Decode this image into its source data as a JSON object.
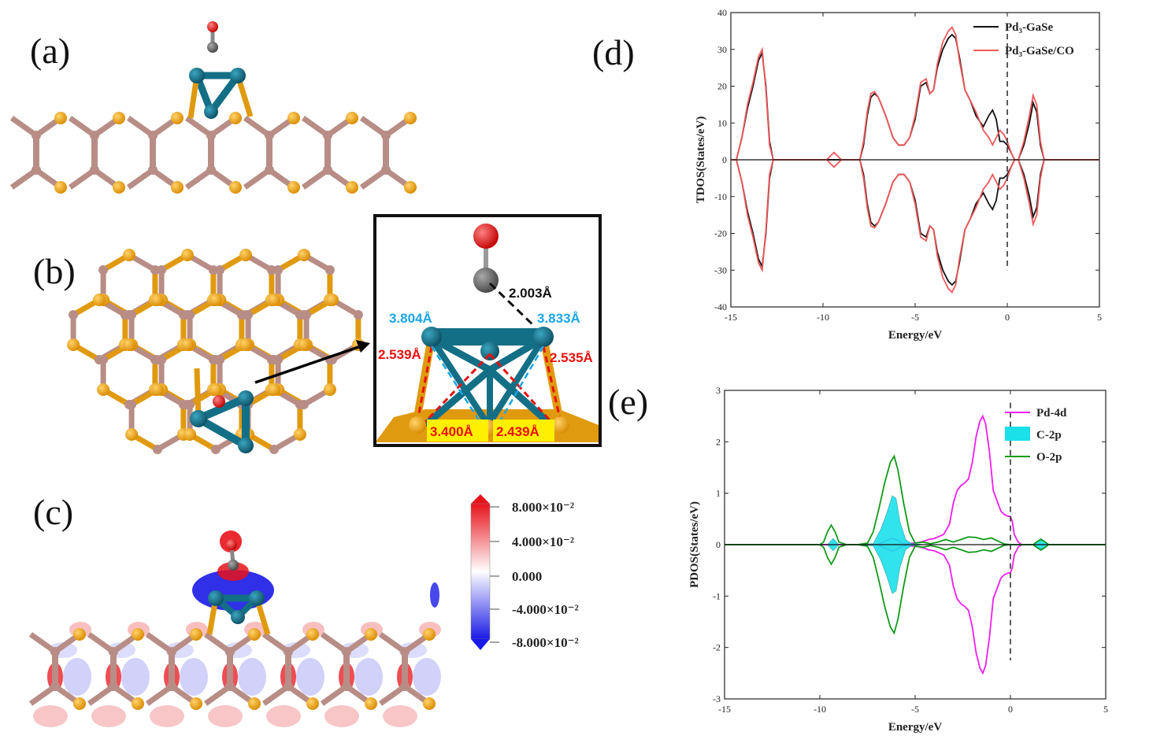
{
  "panels": {
    "a": "(a)",
    "b": "(b)",
    "c": "(c)",
    "d": "(d)",
    "e": "(e)"
  },
  "inset_labels": {
    "co_bond": "2.003Å",
    "pd_top_left": "3.804Å",
    "pd_top_right": "3.833Å",
    "pd_se_left": "2.539Å",
    "pd_se_right": "2.535Å",
    "base_left": "3.400Å",
    "base_right": "2.439Å"
  },
  "colorbar": {
    "labels": [
      "8.000×10⁻²",
      "4.000×10⁻²",
      "0.000",
      "-4.000×10⁻²",
      "-8.000×10⁻²"
    ],
    "colors": {
      "positive": "#e8121b",
      "negative": "#1a1ae6",
      "zero": "#ffffff"
    }
  },
  "atom_colors": {
    "Ga": "#b88d86",
    "Se": "#e09a10",
    "Pd": "#136f86",
    "C": "#6d6d6d",
    "O": "#e81010"
  },
  "chart_data": [
    {
      "id": "d",
      "type": "line",
      "xlabel": "Energy/eV",
      "ylabel": "TDOS(States/eV)",
      "xlim": [
        -15,
        5
      ],
      "ylim": [
        -40,
        40
      ],
      "xticks": [
        -15,
        -10,
        -5,
        0,
        5
      ],
      "yticks": [
        -40,
        -30,
        -20,
        -10,
        0,
        10,
        20,
        30,
        40
      ],
      "fermi_level": 0,
      "legend_position": "top-right",
      "series": [
        {
          "name": "Pd₃-GaSe",
          "color": "#111111",
          "symmetric": true,
          "x": [
            -15,
            -14.7,
            -14.4,
            -14.1,
            -13.8,
            -13.5,
            -13.3,
            -13.1,
            -12.9,
            -12.7,
            -12.5,
            -12.3,
            -10,
            -8,
            -7.8,
            -7.6,
            -7.4,
            -7.2,
            -7.0,
            -6.6,
            -6.2,
            -5.9,
            -5.6,
            -5.3,
            -5.0,
            -4.7,
            -4.4,
            -4.2,
            -4.0,
            -3.8,
            -3.5,
            -3.2,
            -3.0,
            -2.8,
            -2.6,
            -2.3,
            -2.0,
            -1.7,
            -1.3,
            -1.0,
            -0.8,
            -0.6,
            -0.4,
            -0.2,
            0,
            0.2,
            0.4,
            0.6,
            0.9,
            1.2,
            1.4,
            1.6,
            1.8,
            2.0,
            2.2,
            5
          ],
          "y": [
            0,
            0,
            6,
            14,
            20,
            27,
            29,
            20,
            5,
            0,
            0,
            0,
            0,
            0,
            4,
            12,
            17,
            18,
            17,
            12,
            6,
            4,
            4,
            6,
            11,
            20,
            21,
            18,
            19,
            25,
            30,
            33,
            34,
            33,
            28,
            19,
            16,
            12,
            9,
            12,
            13.5,
            11,
            5,
            5,
            4,
            2,
            0,
            0,
            4,
            10,
            15.5,
            13,
            4,
            0,
            0,
            0
          ]
        },
        {
          "name": "Pd₃-GaSe/CO",
          "color": "#f0585a",
          "symmetric": true,
          "x": [
            -15,
            -14.7,
            -14.4,
            -14.1,
            -13.8,
            -13.5,
            -13.3,
            -13.1,
            -12.9,
            -12.7,
            -12.5,
            -12.3,
            -10,
            -9.8,
            -9.6,
            -9.4,
            -9.2,
            -9.0,
            -8,
            -7.8,
            -7.6,
            -7.4,
            -7.2,
            -7.0,
            -6.6,
            -6.2,
            -5.9,
            -5.6,
            -5.3,
            -5.0,
            -4.7,
            -4.4,
            -4.2,
            -4.0,
            -3.8,
            -3.5,
            -3.2,
            -3.0,
            -2.8,
            -2.6,
            -2.3,
            -2.0,
            -1.7,
            -1.3,
            -1.0,
            -0.8,
            -0.6,
            -0.4,
            -0.2,
            0,
            0.2,
            0.4,
            0.6,
            0.9,
            1.2,
            1.4,
            1.6,
            1.8,
            2.0,
            2.2,
            5
          ],
          "y": [
            0,
            0,
            6,
            15,
            21,
            28,
            30,
            19,
            4,
            0,
            0,
            0,
            0,
            0,
            1,
            2,
            1,
            0,
            0,
            5,
            13,
            18,
            18.5,
            17,
            12,
            6,
            4,
            4,
            6,
            12,
            21,
            22,
            18,
            19,
            26,
            32,
            35,
            36,
            34,
            27,
            19,
            16,
            13,
            8,
            6,
            4,
            6,
            8,
            7,
            5,
            2,
            0,
            0,
            5,
            12,
            17.5,
            15,
            5,
            0,
            0,
            0
          ]
        }
      ]
    },
    {
      "id": "e",
      "type": "area",
      "xlabel": "Energy/eV",
      "ylabel": "PDOS(States/eV)",
      "xlim": [
        -15,
        5
      ],
      "ylim": [
        -3,
        3
      ],
      "xticks": [
        -15,
        -10,
        -5,
        0,
        5
      ],
      "yticks": [
        -3,
        -2,
        -1,
        0,
        1,
        2,
        3
      ],
      "fermi_level": 0,
      "legend_position": "top-right",
      "series": [
        {
          "name": "Pd-4d",
          "color": "#f01ef0",
          "style": "line",
          "symmetric": true,
          "x": [
            -15,
            -10,
            -7,
            -6.5,
            -6.2,
            -6.0,
            -5.8,
            -5.5,
            -5,
            -4.6,
            -4.3,
            -4.0,
            -3.5,
            -3.2,
            -3.0,
            -2.8,
            -2.6,
            -2.4,
            -2.2,
            -2.0,
            -1.8,
            -1.6,
            -1.45,
            -1.3,
            -1.1,
            -0.9,
            -0.7,
            -0.5,
            -0.3,
            -0.1,
            0.0,
            0.1,
            0.2,
            0.4,
            0.6,
            1.0,
            5
          ],
          "y": [
            0,
            0,
            0,
            0.08,
            0.12,
            0.1,
            0.05,
            0.02,
            0.03,
            0.06,
            0.1,
            0.12,
            0.2,
            0.4,
            0.8,
            1.05,
            1.15,
            1.2,
            1.28,
            1.6,
            2.1,
            2.4,
            2.5,
            2.35,
            1.8,
            1.05,
            0.85,
            0.65,
            0.58,
            0.55,
            0.55,
            0.45,
            0.2,
            0.05,
            0,
            0,
            0
          ]
        },
        {
          "name": "C-2p",
          "color": "#1ae0ea",
          "style": "fill",
          "symmetric": true,
          "x": [
            -15,
            -10,
            -9.6,
            -9.3,
            -9.0,
            -8,
            -7.2,
            -6.8,
            -6.5,
            -6.2,
            -6.0,
            -5.8,
            -5.5,
            -5.2,
            -4.5,
            1.2,
            1.4,
            1.6,
            1.8,
            2.0,
            5
          ],
          "y": [
            0,
            0,
            0,
            0.12,
            0,
            0,
            0.02,
            0.3,
            0.6,
            0.95,
            0.9,
            0.45,
            0.1,
            0.02,
            0,
            0,
            0.06,
            0.12,
            0.06,
            0,
            0
          ]
        },
        {
          "name": "O-2p",
          "color": "#129a1a",
          "style": "line",
          "symmetric": true,
          "x": [
            -15,
            -10,
            -9.8,
            -9.6,
            -9.4,
            -9.2,
            -9.0,
            -8.6,
            -8,
            -7.5,
            -7.2,
            -6.9,
            -6.6,
            -6.3,
            -6.1,
            -5.9,
            -5.6,
            -5.3,
            -5.0,
            -4.6,
            -4.2,
            -3.8,
            -3.4,
            -3.0,
            -2.6,
            -2.2,
            -1.8,
            -1.4,
            -1.0,
            -0.6,
            -0.3,
            0,
            1.2,
            1.4,
            1.6,
            1.8,
            2.0,
            5
          ],
          "y": [
            0,
            0,
            0.05,
            0.25,
            0.38,
            0.25,
            0.05,
            0,
            0,
            0.03,
            0.25,
            0.7,
            1.2,
            1.6,
            1.72,
            1.45,
            0.8,
            0.25,
            0.03,
            0.05,
            0.02,
            0.05,
            0.1,
            0.05,
            0.1,
            0.15,
            0.14,
            0.1,
            0.13,
            0.06,
            0.01,
            0,
            0,
            0.06,
            0.1,
            0.06,
            0,
            0
          ]
        }
      ]
    }
  ]
}
